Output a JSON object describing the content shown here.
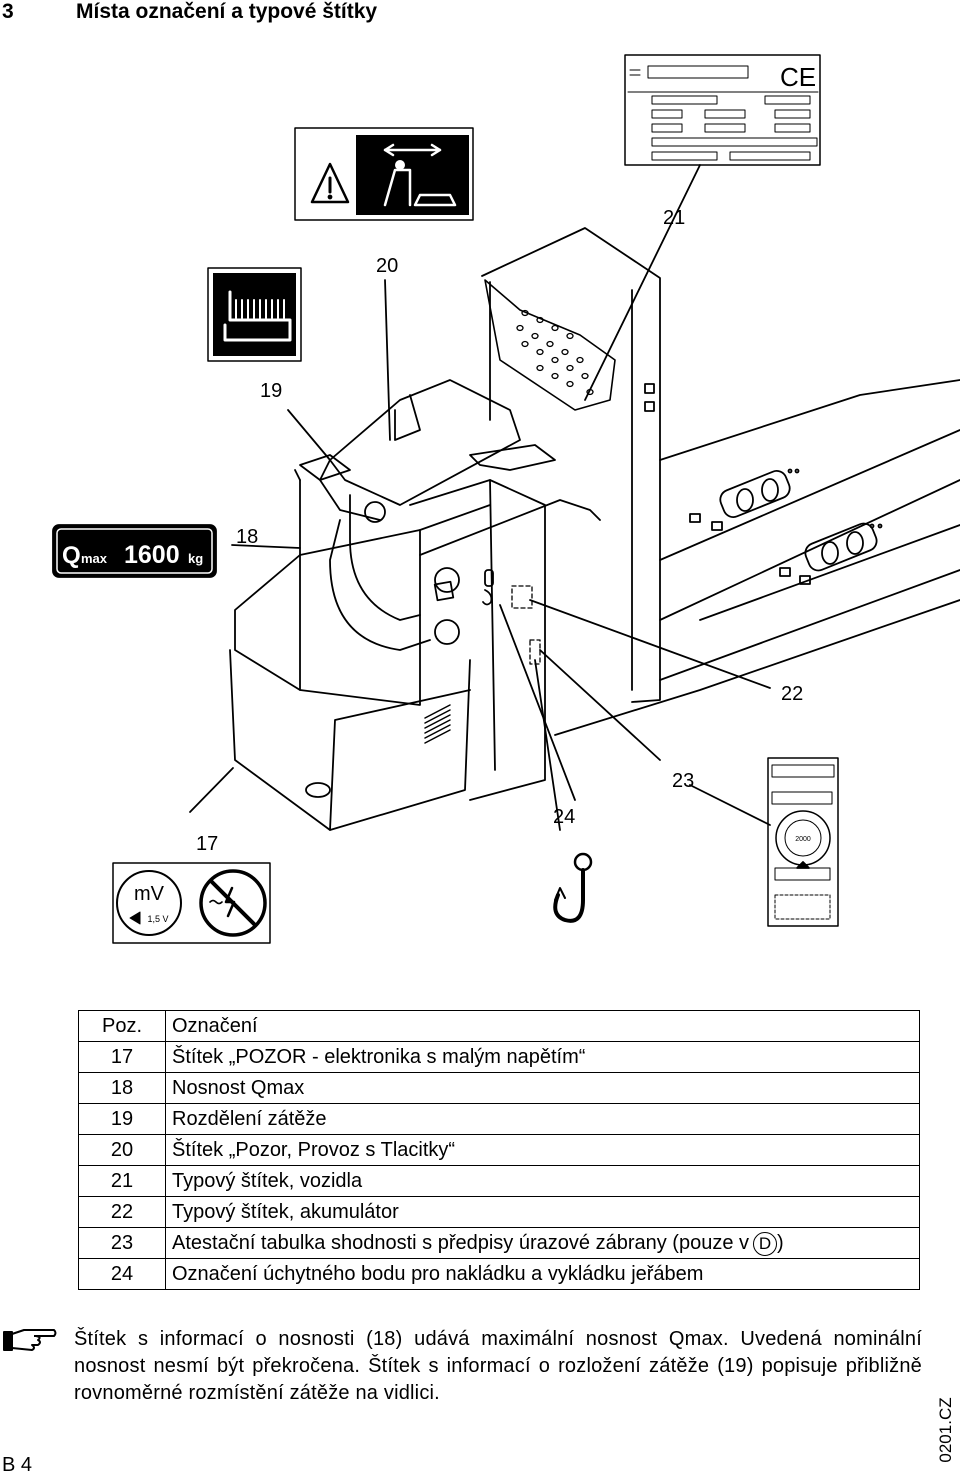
{
  "section": {
    "number": "3",
    "title": "Místa označení a typové štítky"
  },
  "labels": {
    "qmax_prefix": "Q",
    "qmax_sub": "max",
    "qmax_value": "1600",
    "qmax_unit": "kg",
    "mv": "mV",
    "mv_limit": "1,5 V",
    "ce_mark": "CE",
    "test_year": "2000"
  },
  "callouts": {
    "c17": "17",
    "c18": "18",
    "c19": "19",
    "c20": "20",
    "c21": "21",
    "c22": "22",
    "c23": "23",
    "c24": "24"
  },
  "table": {
    "header": {
      "pos": "Poz.",
      "desc": "Označení"
    },
    "rows": [
      {
        "pos": "17",
        "desc": "Štítek „POZOR - elektronika s malým napětím“"
      },
      {
        "pos": "18",
        "desc": "Nosnost Qmax"
      },
      {
        "pos": "19",
        "desc": "Rozdělení zátěže"
      },
      {
        "pos": "20",
        "desc": "Štítek „Pozor, Provoz s Tlacitky“"
      },
      {
        "pos": "21",
        "desc": "Typový štítek, vozidla"
      },
      {
        "pos": "22",
        "desc": "Typový štítek, akumulátor"
      },
      {
        "pos": "23",
        "desc": "Atestační tabulka shodnosti s předpisy úrazové zábrany (pouze v",
        "badge": "D",
        "tail": ")"
      },
      {
        "pos": "24",
        "desc": "Označení úchytného bodu pro nakládku a vykládku jeřábem"
      }
    ]
  },
  "note": "Štítek s informací o nosnosti (18) udává maximální nosnost Qmax. Uvedená nominální nosnost nesmí být překročena. Štítek s informací o rozložení zátěže (19) popisuje přibližně rovnoměrné rozmístění zátěže na vidlici.",
  "doc_code": "0201.CZ",
  "page_number": "B 4"
}
